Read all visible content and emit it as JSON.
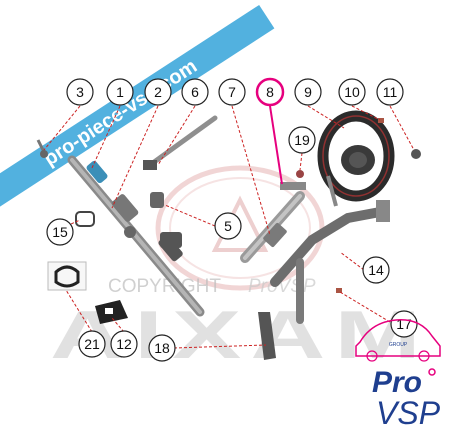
{
  "watermark": {
    "site_banner": "pro-piece-vsp.com",
    "copyright": "COPYRIGHT",
    "copyright_brand": "ProVSP",
    "maker": "AIXAM"
  },
  "brand_logo": {
    "line1": "Pro",
    "line2": "VSP",
    "tag": "GROUP",
    "colors": {
      "pro": "#1f3f8f",
      "vsp": "#1f3f8f",
      "accent": "#e6007e"
    }
  },
  "highlight_color": "#e6007e",
  "banner_color": "#3fa9dc",
  "callouts": [
    {
      "id": "c1",
      "label": "1"
    },
    {
      "id": "c2",
      "label": "2"
    },
    {
      "id": "c3",
      "label": "3"
    },
    {
      "id": "c5",
      "label": "5"
    },
    {
      "id": "c6",
      "label": "6"
    },
    {
      "id": "c7",
      "label": "7"
    },
    {
      "id": "c8",
      "label": "8"
    },
    {
      "id": "c9",
      "label": "9"
    },
    {
      "id": "c10",
      "label": "10"
    },
    {
      "id": "c11",
      "label": "11"
    },
    {
      "id": "c12",
      "label": "12"
    },
    {
      "id": "c14",
      "label": "14"
    },
    {
      "id": "c15",
      "label": "15"
    },
    {
      "id": "c17",
      "label": "17"
    },
    {
      "id": "c18",
      "label": "18"
    },
    {
      "id": "c19",
      "label": "19"
    },
    {
      "id": "c21",
      "label": "21"
    }
  ]
}
